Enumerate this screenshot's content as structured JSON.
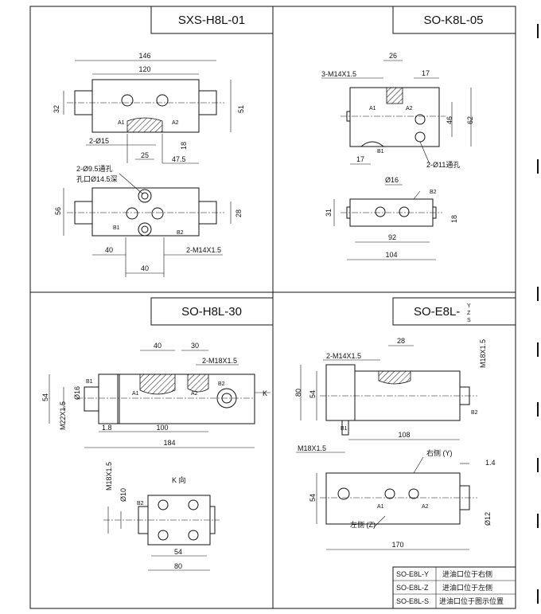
{
  "panels": {
    "sxs": {
      "title": "SXS-H8L-01",
      "dims": {
        "d146": "146",
        "d120": "120",
        "d32": "32",
        "d51": "51",
        "holes15": "2-Ø15",
        "d25": "25",
        "d18": "18",
        "d475": "47.5",
        "thru": "2-Ø9.5通孔",
        "cbore": "孔口Ø14.5深",
        "d56": "56",
        "d28": "28",
        "d40a": "40",
        "d40b": "40",
        "thread": "2-M14X1.5"
      },
      "ports": {
        "a1": "A1",
        "a2": "A2",
        "b1": "B1",
        "b2": "B2"
      }
    },
    "k8l": {
      "title": "SO-K8L-05",
      "dims": {
        "thread": "3-M14X1.5",
        "d26": "26",
        "d17a": "17",
        "d46": "46",
        "d62": "62",
        "d17b": "17",
        "holes11": "2-Ø11通孔",
        "d16": "Ø16",
        "d31": "31",
        "d18": "18",
        "d92": "92",
        "d104": "104"
      },
      "ports": {
        "a1": "A1",
        "a2": "A2",
        "b1": "B1",
        "b2": "B2"
      }
    },
    "h8l": {
      "title": "SO-H8L-30",
      "dims": {
        "d40": "40",
        "d30": "30",
        "thread": "2-M18X1.5",
        "d54": "54",
        "d16": "Ø16",
        "m22": "M22X1.5",
        "d18": "1.8",
        "d100": "100",
        "d184": "184",
        "m18": "M18X1.5",
        "d10": "Ø10",
        "d54b": "54",
        "d80": "80"
      },
      "view": "K 向",
      "arrow": "K",
      "ports": {
        "a1": "A1",
        "a2": "A2",
        "b1": "B1",
        "b2": "B2"
      }
    },
    "e8l": {
      "title": "SO-E8L-",
      "suffix": [
        "Y",
        "Z",
        "S"
      ],
      "dims": {
        "thread": "2-M14X1.5",
        "d28": "28",
        "m18v": "M18X1.5",
        "d80": "80",
        "d54": "54",
        "m18h": "M18X1.5",
        "d108": "108",
        "right": "右侧 (Y)",
        "d14": "1.4",
        "d54b": "54",
        "left": "左侧 (Z)",
        "d12": "Ø12",
        "d170": "170"
      },
      "ports": {
        "a1": "A1",
        "a2": "A2",
        "b1": "B1",
        "b2": "B2"
      },
      "legend": [
        {
          "code": "SO-E8L-Y",
          "desc": "进油口位于右侧"
        },
        {
          "code": "SO-E8L-Z",
          "desc": "进油口位于左侧"
        },
        {
          "code": "SO-E8L-S",
          "desc": "进油口位于图示位置"
        }
      ]
    }
  }
}
